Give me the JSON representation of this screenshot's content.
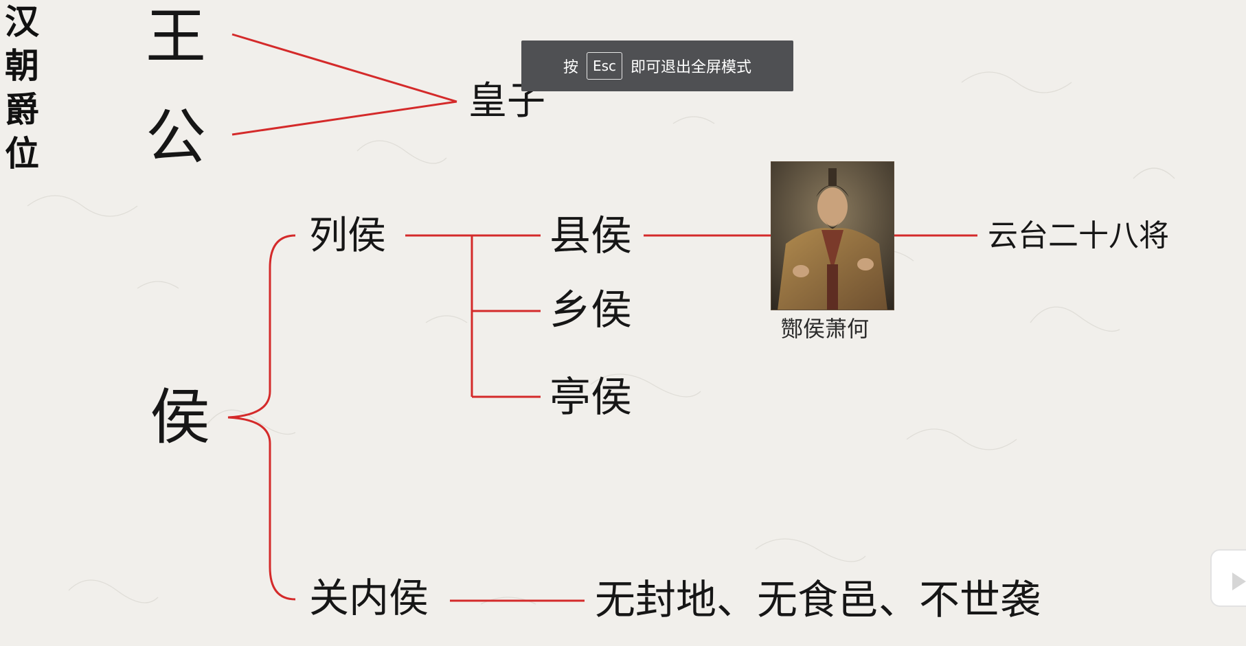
{
  "title_chars": [
    "汉",
    "朝",
    "爵",
    "位"
  ],
  "fullscreen_toast": {
    "prefix": "按",
    "key": "Esc",
    "suffix": "即可退出全屏模式"
  },
  "ranks": {
    "wang": "王",
    "gong": "公",
    "hou": "侯"
  },
  "huangzi": "皇子",
  "hou_branches": {
    "liehou": "列侯",
    "guanneihou": "关内侯"
  },
  "liehou_sub": {
    "xianhou": "县侯",
    "xianghou": "乡侯",
    "tinghou": "亭侯"
  },
  "portrait_caption": "酂侯萧何",
  "yuntai": "云台二十八将",
  "guanneihou_note": "无封地、无食邑、不世袭",
  "colors": {
    "line_red": "#d42a2a",
    "background": "#f1efeb",
    "toast_bg": "#4f5053"
  }
}
